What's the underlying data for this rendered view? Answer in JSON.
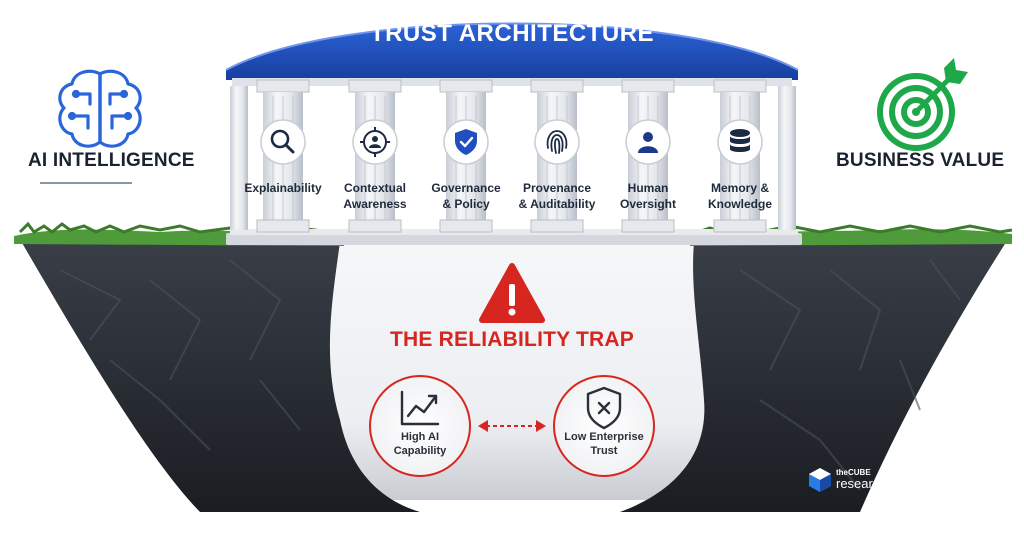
{
  "header": {
    "title": "TRUST ARCHITECTURE"
  },
  "left": {
    "title": "AI INTELLIGENCE",
    "icon": "brain-circuit-icon"
  },
  "right": {
    "title": "BUSINESS VALUE",
    "icon": "target-arrow-icon"
  },
  "pillars": [
    {
      "label": "Explainability",
      "icon": "magnifier-icon"
    },
    {
      "label": "Contextual\nAwareness",
      "icon": "target-person-icon"
    },
    {
      "label": "Governance\n& Policy",
      "icon": "shield-check-icon"
    },
    {
      "label": "Provenance\n& Auditability",
      "icon": "fingerprint-icon"
    },
    {
      "label": "Human\nOversight",
      "icon": "person-icon"
    },
    {
      "label": "Memory &\nKnowledge",
      "icon": "database-icon"
    }
  ],
  "trap": {
    "title": "THE RELIABILITY TRAP",
    "warning_icon": "warning-triangle-icon",
    "left_circle": {
      "label": "High AI\nCapability",
      "icon": "trend-up-chart-icon"
    },
    "right_circle": {
      "label": "Low Enterprise\nTrust",
      "icon": "shield-x-icon"
    }
  },
  "branding": {
    "line1": "theCUBE",
    "line2": "research"
  },
  "colors": {
    "arch_blue": "#1f4fc0",
    "brain_blue": "#2a66d9",
    "target_green": "#1fa84a",
    "trap_red": "#d6261f",
    "rock_dark": "#22262d"
  }
}
